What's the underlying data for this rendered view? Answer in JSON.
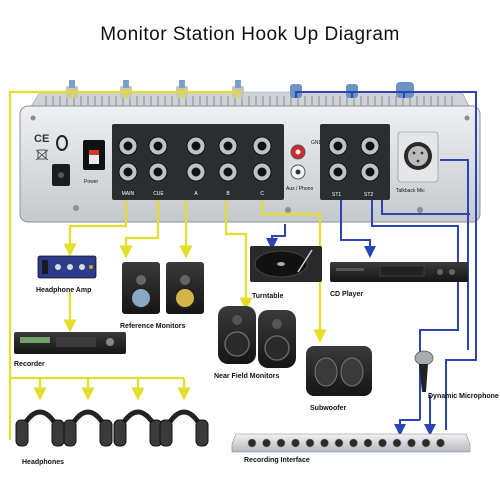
{
  "title": "Monitor Station Hook Up Diagram",
  "colors": {
    "yellow_cable": "#e3de2a",
    "blue_cable": "#2c44b5",
    "panel": "#d9dcdf"
  },
  "panel": {
    "ce_mark": "CE",
    "power_label": "Power",
    "jack_labels": [
      "MAIN",
      "CUE",
      "A",
      "B",
      "C"
    ],
    "aux_label": "Aux / Phono",
    "gnd_label": "GND",
    "st_labels": [
      "ST1",
      "ST2"
    ],
    "talkback_label": "Talkback Mic"
  },
  "devices": {
    "headphone_amp": "Headphone Amp",
    "reference_monitors": "Reference Monitors",
    "recorder": "Recorder",
    "turntable": "Turntable",
    "cd_player": "CD Player",
    "near_field_monitors": "Near Field Monitors",
    "subwoofer": "Subwoofer",
    "dynamic_microphone": "Dynamic Microphone",
    "recording_interface": "Recording Interface",
    "headphones": "Headphones"
  }
}
